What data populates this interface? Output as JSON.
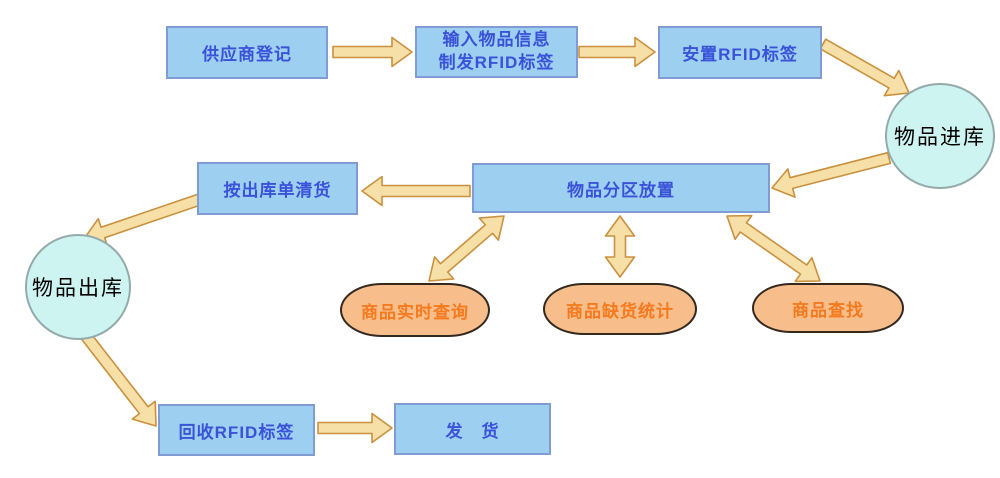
{
  "nodes": {
    "supplier_registration": {
      "label": "供应商登记",
      "shape": "process"
    },
    "input_item_info": {
      "line1": "输入物品信息",
      "line2": "制发RFID标签",
      "shape": "process"
    },
    "place_rfid_tag": {
      "label": "安置RFID标签",
      "shape": "process"
    },
    "goods_inbound": {
      "label": "物品进库",
      "shape": "terminal-circle"
    },
    "zone_placement": {
      "label": "物品分区放置",
      "shape": "process"
    },
    "pick_by_outbound_list": {
      "label": "按出库单清货",
      "shape": "process"
    },
    "goods_outbound": {
      "label": "物品出库",
      "shape": "terminal-circle"
    },
    "recycle_rfid_tag": {
      "label": "回收RFID标签",
      "shape": "process"
    },
    "ship": {
      "label": "发　货",
      "shape": "process"
    },
    "realtime_query": {
      "label": "商品实时查询",
      "shape": "function-ellipse"
    },
    "shortage_stats": {
      "label": "商品缺货统计",
      "shape": "function-ellipse"
    },
    "product_search": {
      "label": "商品查找",
      "shape": "function-ellipse"
    }
  },
  "edges": [
    {
      "id": "supplier-to-input",
      "from": "supplier_registration",
      "to": "input_item_info",
      "bidirectional": false
    },
    {
      "id": "input-to-place",
      "from": "input_item_info",
      "to": "place_rfid_tag",
      "bidirectional": false
    },
    {
      "id": "place-to-inbound",
      "from": "place_rfid_tag",
      "to": "goods_inbound",
      "bidirectional": false
    },
    {
      "id": "inbound-to-zone",
      "from": "goods_inbound",
      "to": "zone_placement",
      "bidirectional": false
    },
    {
      "id": "zone-to-pick",
      "from": "zone_placement",
      "to": "pick_by_outbound_list",
      "bidirectional": false
    },
    {
      "id": "pick-to-outbound",
      "from": "pick_by_outbound_list",
      "to": "goods_outbound",
      "bidirectional": false
    },
    {
      "id": "outbound-to-recycle",
      "from": "goods_outbound",
      "to": "recycle_rfid_tag",
      "bidirectional": false
    },
    {
      "id": "recycle-to-ship",
      "from": "recycle_rfid_tag",
      "to": "ship",
      "bidirectional": false
    },
    {
      "id": "zone-realtime",
      "from": "zone_placement",
      "to": "realtime_query",
      "bidirectional": true
    },
    {
      "id": "zone-shortage",
      "from": "zone_placement",
      "to": "shortage_stats",
      "bidirectional": true
    },
    {
      "id": "zone-search",
      "from": "zone_placement",
      "to": "product_search",
      "bidirectional": true
    }
  ],
  "colors": {
    "background": "#ffffff",
    "process_fill": "#9dcff1",
    "process_border": "#7f9cd4",
    "process_text": "#3a52d8",
    "terminal_fill": "#cdf4f1",
    "terminal_border": "#94abab",
    "terminal_text": "#000000",
    "function_fill": "#f7be8c",
    "function_border": "#33291f",
    "function_text": "#f5791d",
    "arrow_fill": "#f7e0a8",
    "arrow_border": "#c9913f"
  }
}
